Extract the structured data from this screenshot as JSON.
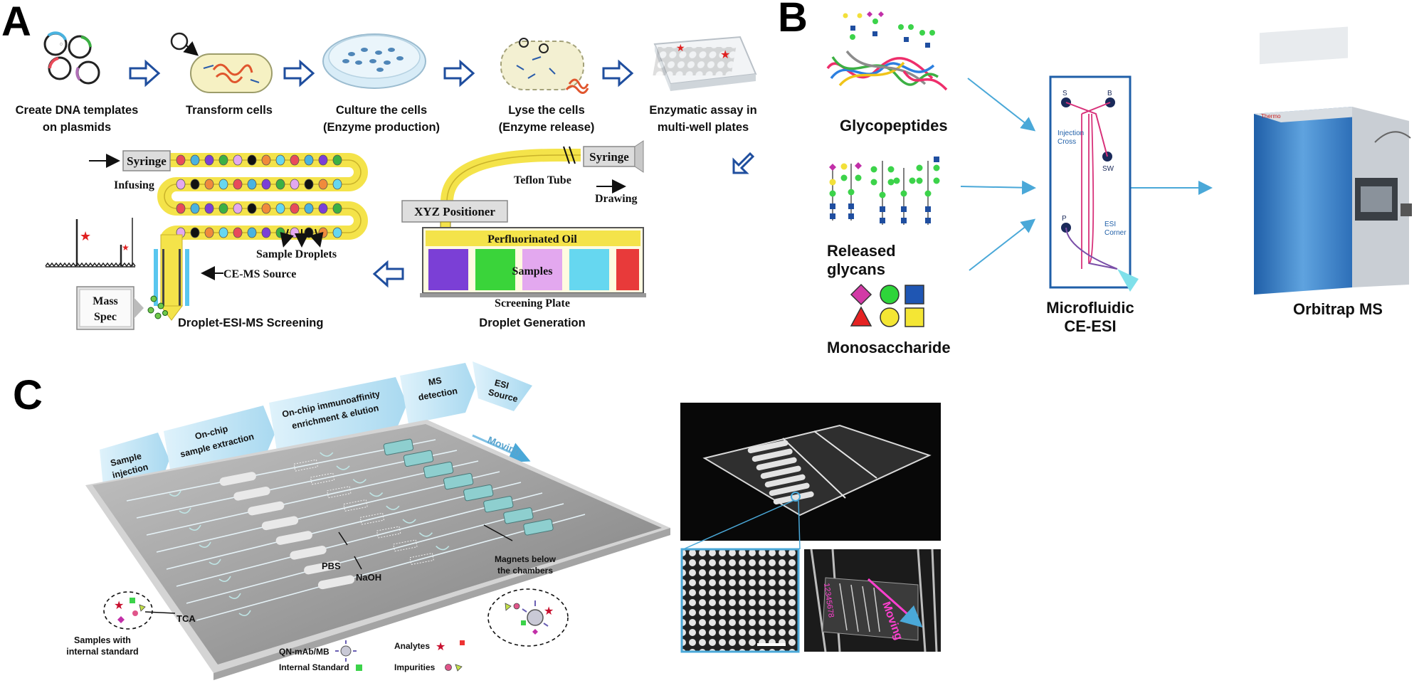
{
  "panelA": {
    "letter": "A",
    "steps": [
      {
        "line1": "Create DNA templates",
        "line2": "on plasmids"
      },
      {
        "line1": "Transform cells",
        "line2": ""
      },
      {
        "line1": "Culture the cells",
        "line2": "(Enzyme production)"
      },
      {
        "line1": "Lyse the cells",
        "line2": "(Enzyme release)"
      },
      {
        "line1": "Enzymatic assay in",
        "line2": "multi-well plates"
      }
    ],
    "syringe_top": "Syringe",
    "infusing": "Infusing",
    "sample_droplets": "Sample Droplets",
    "ce_ms_source": "CE-MS Source",
    "mass_spec_1": "Mass",
    "mass_spec_2": "Spec",
    "droplet_screening": "Droplet-ESI-MS Screening",
    "syringe_right": "Syringe",
    "drawing": "Drawing",
    "teflon_tube": "Teflon Tube",
    "xyz_positioner": "XYZ Positioner",
    "perfluorinated_oil": "Perfluorinated Oil",
    "samples": "Samples",
    "screening_plate": "Screening Plate",
    "droplet_generation": "Droplet Generation"
  },
  "panelB": {
    "letter": "B",
    "glycopeptides": "Glycopeptides",
    "released_1": "Released",
    "released_2": "glycans",
    "monosaccharide": "Monosaccharide",
    "chip_labels": {
      "s": "S",
      "b": "B",
      "sw": "SW",
      "p": "P",
      "injection_1": "Injection",
      "injection_2": "Cross",
      "esi_1": "ESI",
      "esi_2": "Corner"
    },
    "microfluidic_1": "Microfluidic",
    "microfluidic_2": "CE-ESI",
    "orbitrap": "Orbitrap MS",
    "brand": "Thermo"
  },
  "panelC": {
    "letter": "C",
    "steps": [
      {
        "line1": "Sample",
        "line2": "injection"
      },
      {
        "line1": "On-chip",
        "line2": "sample extraction"
      },
      {
        "line1": "On-chip immunoaffinity",
        "line2": "enrichment & elution"
      },
      {
        "line1": "MS",
        "line2": "detection"
      },
      {
        "line1": "ESI",
        "line2": "Source"
      }
    ],
    "moving": "Moving",
    "pbs": "PBS",
    "naoh": "NaOH",
    "tca": "TCA",
    "magnets_1": "Magnets below",
    "magnets_2": "the chambers",
    "samples_std_1": "Samples with",
    "samples_std_2": "internal standard",
    "legend": {
      "qn": "QN-mAb/MB",
      "internal_standard": "Internal Standard",
      "analytes": "Analytes",
      "impurities": "Impurities"
    },
    "photo_moving": "Moving",
    "photo_numbers": "12345678"
  },
  "colors": {
    "arrow_blue": "#1f4e9e",
    "light_blue": "#4aa8d8",
    "tube_yellow": "#f4e34a",
    "chip_gray": "#8f8f8f"
  }
}
